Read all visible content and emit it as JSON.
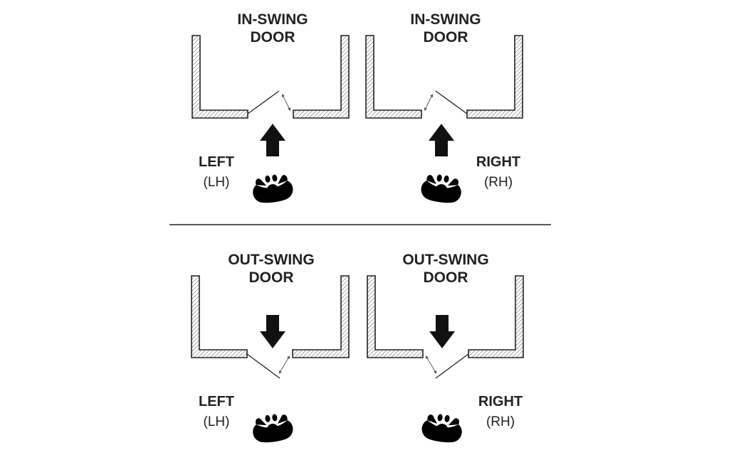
{
  "diagram": {
    "panels": [
      {
        "id": "inswing-left",
        "title_line1": "IN-SWING",
        "title_line2": "DOOR",
        "side": "LEFT",
        "hand": "(LH)"
      },
      {
        "id": "inswing-right",
        "title_line1": "IN-SWING",
        "title_line2": "DOOR",
        "side": "RIGHT",
        "hand": "(RH)"
      },
      {
        "id": "outswing-left",
        "title_line1": "OUT-SWING",
        "title_line2": "DOOR",
        "side": "LEFT",
        "hand": "(LH)"
      },
      {
        "id": "outswing-right",
        "title_line1": "OUT-SWING",
        "title_line2": "DOOR",
        "side": "RIGHT",
        "hand": "(RH)"
      }
    ],
    "arrow_direction": {
      "inswing": "up",
      "outswing": "down"
    },
    "colors": {
      "ink": "#222222",
      "arrow": "#111111",
      "background": "#ffffff"
    }
  }
}
